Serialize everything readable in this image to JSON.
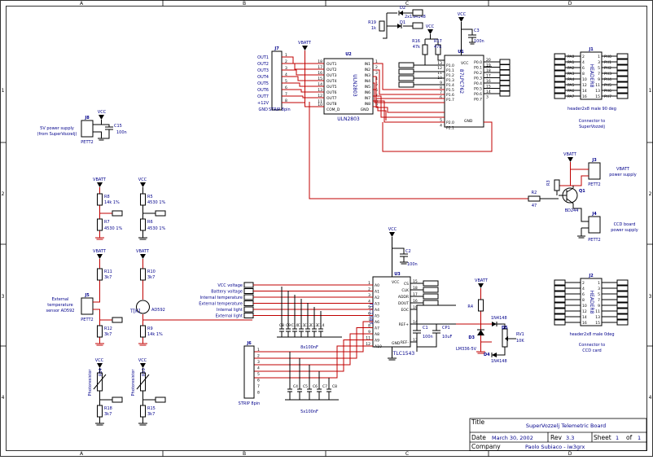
{
  "grid": {
    "cols": [
      "A",
      "B",
      "C",
      "D"
    ],
    "rows": [
      "1",
      "2",
      "3",
      "4"
    ]
  },
  "title_block": {
    "title_label": "Title",
    "title_value": "SuperVozzelj Telemetric Board",
    "date_label": "Date",
    "date_value": "March 30, 2002",
    "rev_label": "Rev",
    "rev_value": "3.3",
    "sheet_label": "Sheet",
    "sheet_value": "1",
    "of_label": "of",
    "of_value": "1",
    "company_label": "Company",
    "company_value": "Paolo Subiaco - iw3grx"
  },
  "parts": {
    "j7": {
      "ref": "J7",
      "note": "STRIP 8pin",
      "pins": [
        "1",
        "2",
        "3",
        "4",
        "5",
        "6",
        "7",
        "8"
      ],
      "nets": [
        "OUT1",
        "OUT2",
        "OUT3",
        "OUT4",
        "OUT5",
        "OUT6",
        "OUT7",
        "+12V"
      ],
      "gnd": "GND"
    },
    "u2": {
      "ref": "U2",
      "part": "ULN2803",
      "outs": [
        "OUT1",
        "OUT2",
        "OUT3",
        "OUT4",
        "OUT5",
        "OUT6",
        "OUT7",
        "OUT8"
      ],
      "ins": [
        "IN1",
        "IN2",
        "IN3",
        "IN4",
        "IN5",
        "IN6",
        "IN7",
        "IN8"
      ],
      "com": "COM_D",
      "gnd": "GND",
      "out_pins": [
        "18",
        "17",
        "16",
        "15",
        "14",
        "13",
        "12",
        "11"
      ],
      "in_pins": [
        "1",
        "2",
        "3",
        "4",
        "5",
        "6",
        "7",
        "8"
      ],
      "com_pin": "10",
      "gnd_pin": "9"
    },
    "u1": {
      "ref": "U1",
      "part": "87LPC762",
      "left": [
        "P1.0",
        "P1.1",
        "P1.2",
        "P1.3",
        "P1.4",
        "P1.5",
        "P1.6",
        "P1.7",
        "P2.0",
        "P2.1"
      ],
      "right": [
        "P0.0",
        "P0.1",
        "P0.2",
        "P0.3",
        "P0.4",
        "P0.5",
        "P0.6",
        "P0.7"
      ],
      "left_pins": [
        "13",
        "12",
        "11",
        "10",
        "9",
        "8",
        "7",
        "6",
        "5",
        "4"
      ],
      "right_pins": [
        "20",
        "19",
        "18",
        "17",
        "16",
        "15",
        "14",
        "3"
      ],
      "vcc": "VCC",
      "gnd": "GND"
    },
    "d1": {
      "ref": "D1"
    },
    "d2": {
      "ref": "D2",
      "note": "2x1N4148"
    },
    "r19": {
      "ref": "R19",
      "value": "1k"
    },
    "r16": {
      "ref": "R16",
      "value": "47k"
    },
    "r17": {
      "ref": "R17",
      "value": "47k"
    },
    "c3": {
      "ref": "C3",
      "value": "100n"
    },
    "j1": {
      "ref": "J1",
      "part": "HEADER8",
      "note": "header2x8 male 90 deg",
      "caption1": "Connector to",
      "caption2": "SuperVozzelj",
      "left": [
        "PA0",
        "PA1",
        "PA2",
        "PA3",
        "PA4",
        "PA5",
        "PA6",
        "PA7"
      ],
      "right": [
        "PH0",
        "PH1",
        "PH2",
        "PH3",
        "PH4",
        "PH5",
        "PH6",
        "PH7"
      ],
      "left_pins": [
        "2",
        "4",
        "6",
        "8",
        "10",
        "12",
        "14",
        "16"
      ],
      "right_pins": [
        "1",
        "3",
        "5",
        "7",
        "9",
        "11",
        "13",
        "15"
      ]
    },
    "j8": {
      "ref": "J8",
      "part": "PETT2",
      "caption1": "5V power supply",
      "caption2": "(from SuperVozzelj)"
    },
    "c15": {
      "ref": "C15",
      "value": "100n"
    },
    "j3": {
      "ref": "J3",
      "part": "PETT2",
      "caption1": "VBATT",
      "caption2": "power supply"
    },
    "j4": {
      "ref": "J4",
      "part": "PETT2",
      "caption1": "CCD board",
      "caption2": "power supply"
    },
    "q1": {
      "ref": "Q1",
      "part": "BD244"
    },
    "r2": {
      "ref": "R2",
      "value": "47"
    },
    "r3": {
      "ref": "R3",
      "value": "47"
    },
    "r8": {
      "ref": "R8",
      "value": "14k 1%"
    },
    "r7": {
      "ref": "R7",
      "value": "4530 1%"
    },
    "r5": {
      "ref": "R5",
      "value": "4530 1%"
    },
    "r6": {
      "ref": "R6",
      "value": "4530 1%"
    },
    "j5": {
      "ref": "J5",
      "part": "PETT2",
      "caption1": "External",
      "caption2": "temperature",
      "caption3": "sensor AD592"
    },
    "r11": {
      "ref": "R11",
      "value": "3k7"
    },
    "r12": {
      "ref": "R12",
      "value": "3k7"
    },
    "r10": {
      "ref": "R10",
      "value": "3k7"
    },
    "r9": {
      "ref": "R9",
      "value": "14k 1%"
    },
    "tk": {
      "ref": "T[K]",
      "part": "AD592"
    },
    "r14": {
      "ref": "R14",
      "note": "Photoresistor"
    },
    "r13": {
      "ref": "R13",
      "note": "Photoresistor"
    },
    "r18": {
      "ref": "R18",
      "value": "3k7"
    },
    "r15": {
      "ref": "R15",
      "value": "3k7"
    },
    "j6": {
      "ref": "J6",
      "note": "STRIP 8pin",
      "pins": [
        "1",
        "2",
        "3",
        "4",
        "5",
        "6",
        "7",
        "8"
      ]
    },
    "u3": {
      "ref": "U3",
      "part": "TLC1543",
      "left": [
        "A0",
        "A1",
        "A2",
        "A3",
        "A4",
        "A5",
        "A6",
        "A7",
        "A8",
        "A9",
        "A10"
      ],
      "right": [
        "CS",
        "CLK",
        "ADDR",
        "DOUT",
        "EOC",
        "REF+",
        "REF-"
      ],
      "right_pins": [
        "15",
        "18",
        "17",
        "16",
        "19",
        "14",
        "13"
      ],
      "left_pins": [
        "1",
        "2",
        "3",
        "4",
        "5",
        "6",
        "7",
        "8",
        "9",
        "11",
        "12"
      ],
      "vcc": "VCC",
      "gnd": "GND"
    },
    "analog_labels": [
      "VCC voltage",
      "Battery voltage",
      "Internal temperature",
      "External temperature",
      "Internal light",
      "External light"
    ],
    "c2": {
      "ref": "C2",
      "value": "100n"
    },
    "c1": {
      "ref": "C1",
      "value": "100n"
    },
    "cp1": {
      "ref": "CP1",
      "value": "10uF"
    },
    "caps_top": {
      "refs": [
        "C8",
        "C9",
        "C10",
        "C11",
        "C12",
        "C13",
        "C14"
      ],
      "note": "8x100nF"
    },
    "caps_bot": {
      "refs": [
        "C4",
        "C5",
        "C6",
        "C7",
        "C8"
      ],
      "note": "5x100nF"
    },
    "d3": {
      "ref": "D3",
      "part": "LM336-5V"
    },
    "d5": {
      "ref": "D5",
      "part": "1N4148"
    },
    "d4": {
      "ref": "D4",
      "part": "1N4148"
    },
    "r4": {
      "ref": "R4",
      "value": "3k7"
    },
    "rv1": {
      "ref": "RV1",
      "value": "10K"
    },
    "j2": {
      "ref": "J2",
      "part": "HEADER8",
      "note": "header2x8 male 0deg",
      "caption1": "Connector to",
      "caption2": "CCD card",
      "left_pins": [
        "2",
        "4",
        "6",
        "8",
        "10",
        "12",
        "14",
        "16"
      ],
      "right_pins": [
        "1",
        "3",
        "5",
        "7",
        "9",
        "11",
        "13",
        "15"
      ]
    }
  },
  "power": {
    "vcc": "VCC",
    "vbatt": "VBATT"
  }
}
